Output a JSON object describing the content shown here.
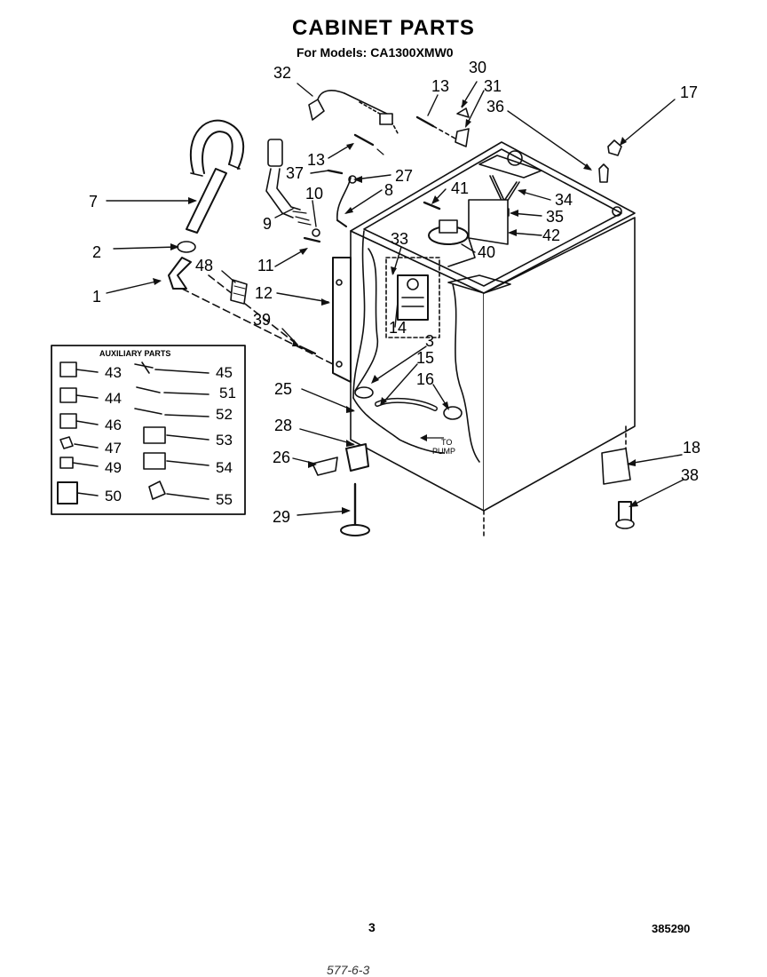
{
  "title": "CABINET PARTS",
  "subtitle": "For Models: CA1300XMW0",
  "page_number": "3",
  "doc_number": "385290",
  "footer_note": "577-6-3",
  "aux_box": {
    "title": "AUXILIARY PARTS"
  },
  "pump_note": {
    "line1": "TO",
    "line2": "PUMP"
  },
  "callouts": {
    "c1": "1",
    "c2": "2",
    "c3": "3",
    "c7": "7",
    "c8": "8",
    "c9": "9",
    "c10": "10",
    "c11": "11",
    "c12": "12",
    "c13a": "13",
    "c13b": "13",
    "c14": "14",
    "c15": "15",
    "c16": "16",
    "c17": "17",
    "c18": "18",
    "c25": "25",
    "c26": "26",
    "c27": "27",
    "c28": "28",
    "c29": "29",
    "c30": "30",
    "c31": "31",
    "c32": "32",
    "c33": "33",
    "c34": "34",
    "c35": "35",
    "c36": "36",
    "c37": "37",
    "c38": "38",
    "c39": "39",
    "c40": "40",
    "c41": "41",
    "c42": "42",
    "c48": "48",
    "a43": "43",
    "a44": "44",
    "a45": "45",
    "a46": "46",
    "a47": "47",
    "a49": "49",
    "a50": "50",
    "a51": "51",
    "a52": "52",
    "a53": "53",
    "a54": "54",
    "a55": "55"
  }
}
